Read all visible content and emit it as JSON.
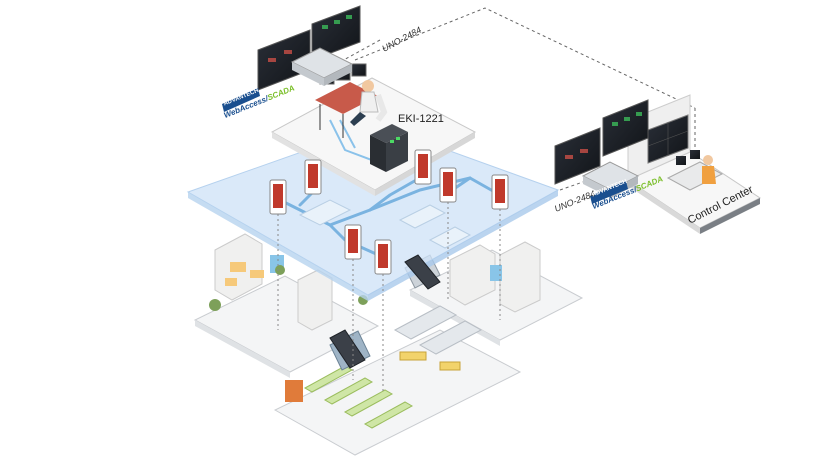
{
  "labels": {
    "uno_top": "UNO-2484",
    "uno_right": "UNO-2484",
    "eki": "EKI-1221",
    "control_center": "Control Center"
  },
  "brands": [
    {
      "name": "advantech-webaccess-top",
      "logo": "ADVANTECH",
      "product_a": "WebAccess/",
      "product_b": "SCADA"
    },
    {
      "name": "advantech-webaccess-right",
      "logo": "ADVANTECH",
      "product_a": "WebAccess/",
      "product_b": "SCADA"
    }
  ],
  "colors": {
    "network_plane": "#cfe3f7",
    "network_line": "#7ab3e0",
    "brand_blue": "#1a4f8f",
    "brand_green": "#7bbf2a",
    "dashed_link": "#666666"
  }
}
